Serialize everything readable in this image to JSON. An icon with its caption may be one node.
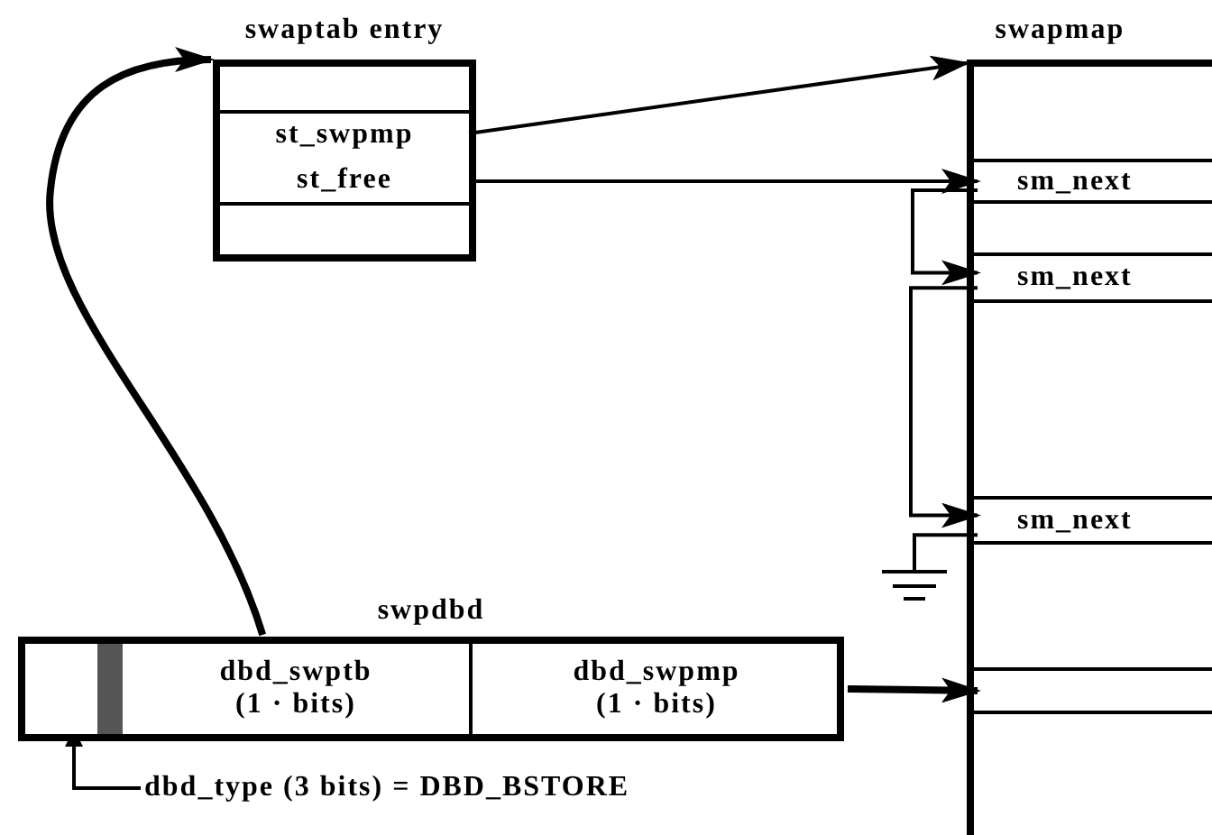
{
  "diagram": {
    "nodes": [
      {
        "text": [
          "swaptab entry"
        ]
      },
      {
        "text": [
          "st_swpmp"
        ],
        "in": 0
      },
      {
        "text": [
          "st_free"
        ],
        "in": 0
      },
      {
        "text": [
          "swapmap"
        ]
      },
      {
        "text": [
          "sm_next"
        ],
        "in": 3
      },
      {
        "text": [
          "sm_next"
        ],
        "in": 3
      },
      {
        "text": [
          "sm_next"
        ],
        "in": 3
      },
      {
        "text": [],
        "shape": "box",
        "in": 3
      },
      {
        "text": [],
        "shape": "ground"
      },
      {
        "text": [
          "swpdbd"
        ]
      },
      {
        "text": [],
        "shape": "box",
        "in": 9
      },
      {
        "text": [
          "dbd_swptb (1 · bits)"
        ],
        "in": 9
      },
      {
        "text": [
          "dbd_swpmp (1 · bits)"
        ],
        "in": 9
      },
      {
        "text": [
          "dbd_type (3 bits) = DBD_BSTORE"
        ]
      }
    ],
    "edges": [
      {
        "from": 1,
        "to": 3,
        "arrow": "to"
      },
      {
        "from": 2,
        "to": 4,
        "arrow": "to"
      },
      {
        "from": 4,
        "to": 5,
        "arrow": "to"
      },
      {
        "from": 5,
        "to": 6,
        "arrow": "to"
      },
      {
        "from": 6,
        "to": 8,
        "arrow": "none"
      },
      {
        "from": 12,
        "to": 7,
        "arrow": "to",
        "style": "thick"
      },
      {
        "from": 11,
        "to": 0,
        "arrow": "to",
        "style": "thick"
      },
      {
        "from": 13,
        "to": 10,
        "arrow": "to"
      }
    ]
  }
}
